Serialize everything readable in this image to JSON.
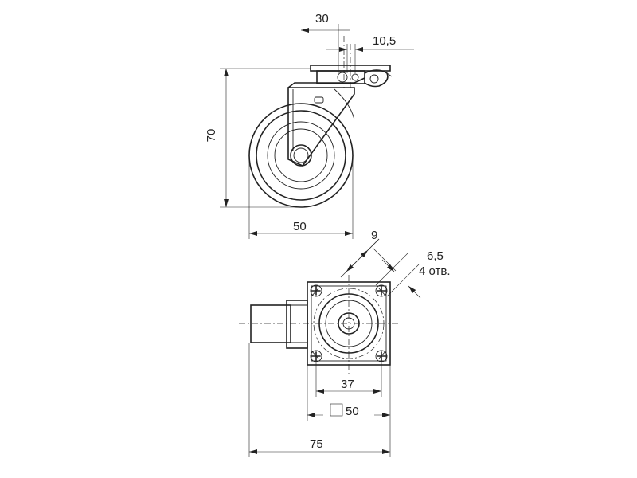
{
  "dimensions": {
    "top_width": "30",
    "plate_offset": "10,5",
    "height": "70",
    "wheel_diameter": "50",
    "bolt_diagonal": "9",
    "hole_diameter": "6,5",
    "hole_count": "4 отв.",
    "bolt_spacing": "37",
    "plate_square": "50",
    "overall_length": "75"
  },
  "colors": {
    "line": "#222222",
    "background": "#ffffff"
  },
  "icons": {
    "square_symbol": "square-icon"
  }
}
